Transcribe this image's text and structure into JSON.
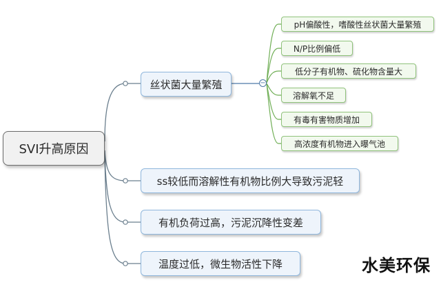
{
  "mindmap": {
    "root": "SVI升高原因",
    "branches": [
      {
        "label": "丝状菌大量繁殖",
        "collapse_symbol": "−",
        "children": [
          "pH偏酸性，嗜酸性丝状菌大量繁殖",
          "N/P比例偏低",
          "低分子有机物、硫化物含量大",
          "溶解氧不足",
          "有毒有害物质增加",
          "高浓度有机物进入曝气池"
        ]
      },
      {
        "label": "ss较低而溶解性有机物比例大导致污泥轻"
      },
      {
        "label": "有机负荷过高，污泥沉降性变差"
      },
      {
        "label": "温度过低，微生物活性下降"
      }
    ]
  },
  "watermark": "水美环保",
  "colors": {
    "root_line": "#6b7f8e",
    "branch_line": "#4e79a7",
    "sub_line": "#6fae55"
  }
}
